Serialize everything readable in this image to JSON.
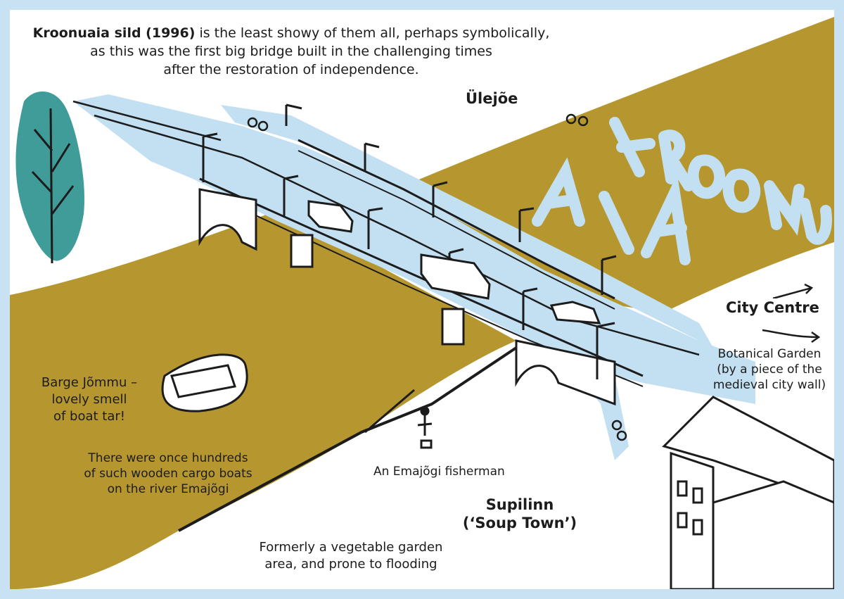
{
  "title": {
    "bold": "Kroonuaia sild (1996)",
    "line1_rest": " is the least showy of them all, perhaps symbolically,",
    "line2": "as this was the first big bridge built in the challenging times",
    "line3": "after the restoration of independence."
  },
  "labels": {
    "ulejoe": "Ülejõe",
    "city_centre": "City Centre",
    "botanical": [
      "Botanical Garden",
      "(by a piece of the",
      "medieval city wall)"
    ],
    "barge": [
      "Barge Jõmmu –",
      "lovely smell",
      "of boat tar!"
    ],
    "cargo": [
      "There were once hundreds",
      "of such wooden cargo boats",
      "on the river Emajõgi"
    ],
    "fisherman": "An Emajõgi fisherman",
    "supilinn": [
      "Supilinn",
      "(‘Soup Town’)"
    ],
    "formerly": [
      "Formerly a vegetable garden",
      "area, and prone to flooding"
    ],
    "street_letters": [
      "KROONU-",
      "AIA"
    ]
  },
  "colors": {
    "frame": "#c9e2f3",
    "river": "#b6972f",
    "road": "#c3e0f2",
    "tree": "#3f9c99",
    "ink": "#1c1c1c"
  },
  "icons": [
    "tree-icon",
    "car-icon",
    "bus-icon",
    "van-icon",
    "boat-icon",
    "cyclist-icon",
    "fisherman-icon",
    "house-icon",
    "arrow-icon"
  ]
}
